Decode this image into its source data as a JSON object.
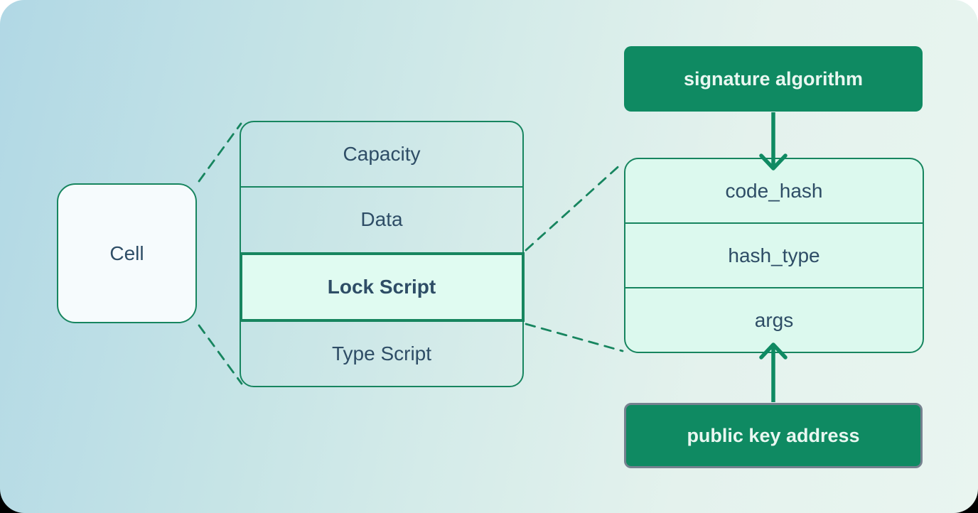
{
  "colors": {
    "stroke": "#17855f",
    "btn": "#0f8a62",
    "mint": "#dcf9ee",
    "lockmint": "#e0fbf1",
    "cellfill": "#f6fbfd",
    "textdark": "#2e4d66",
    "textlight": "#e9f7f1",
    "pubborder": "#75818f",
    "bg_topleft": "#b1d8e5",
    "bg_bottomright": "#e9f5f0"
  },
  "cell": {
    "label": "Cell"
  },
  "cell_structure": {
    "rows": [
      {
        "label": "Capacity",
        "highlighted": false
      },
      {
        "label": "Data",
        "highlighted": false
      },
      {
        "label": "Lock Script",
        "highlighted": true
      },
      {
        "label": "Type Script",
        "highlighted": false
      }
    ]
  },
  "lock_script_structure": {
    "rows": [
      {
        "label": "code_hash"
      },
      {
        "label": "hash_type"
      },
      {
        "label": "args"
      }
    ]
  },
  "annotations": {
    "signature": {
      "label": "signature algorithm",
      "points_to": "code_hash"
    },
    "pubkey": {
      "label": "public key address",
      "points_to": "args"
    }
  }
}
